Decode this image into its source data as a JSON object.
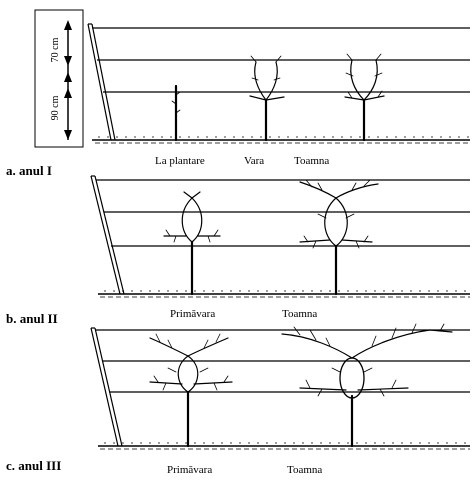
{
  "dimensions": {
    "upper": "70 cm",
    "lower": "90 cm"
  },
  "sections": [
    {
      "label": "a. anul I",
      "stages": [
        "La plantare",
        "Vara",
        "Toamna"
      ]
    },
    {
      "label": "b. anul II",
      "stages": [
        "Primăvara",
        "Toamna"
      ]
    },
    {
      "label": "c. anul III",
      "stages": [
        "Primăvara",
        "Toamna"
      ]
    }
  ]
}
